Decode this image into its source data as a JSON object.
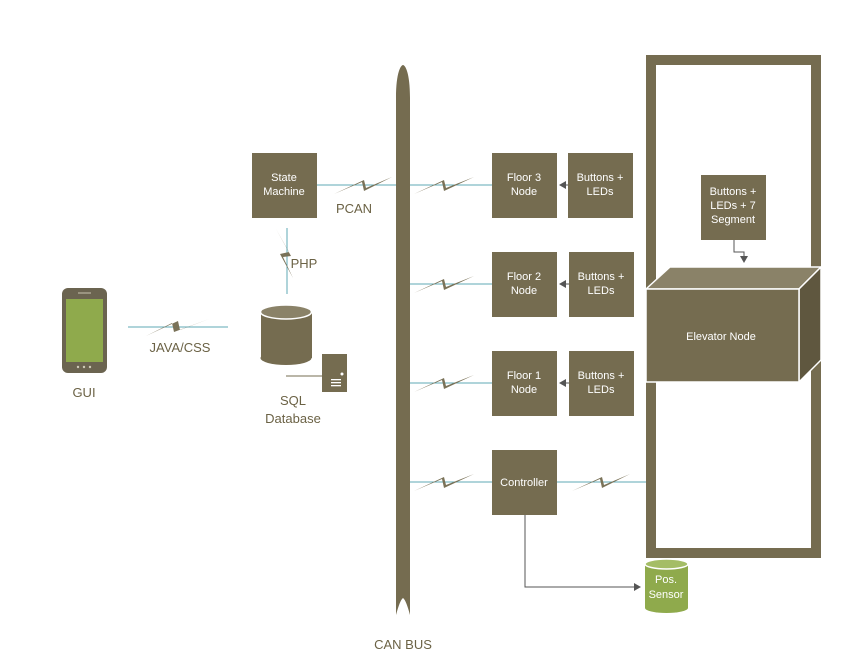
{
  "colors": {
    "box": "#756c50",
    "box_dark": "#5f573f",
    "connector": "#5fa8b5",
    "bolt": "#7a7258",
    "sensor": "#8faa4c",
    "phone_screen": "#8faa4c",
    "text": "#6b6245",
    "arrow": "#555555"
  },
  "labels": {
    "gui": "GUI",
    "java_css": "JAVA/CSS",
    "php": "PHP",
    "pcan": "PCAN",
    "sql_line1": "SQL",
    "sql_line2": "Database",
    "can_bus": "CAN BUS"
  },
  "boxes": {
    "state_machine": [
      "State",
      "Machine"
    ],
    "floor3": [
      "Floor 3",
      "Node"
    ],
    "floor2": [
      "Floor 2",
      "Node"
    ],
    "floor1": [
      "Floor 1",
      "Node"
    ],
    "buttons_leds_3": [
      "Buttons +",
      "LEDs"
    ],
    "buttons_leds_2": [
      "Buttons +",
      "LEDs"
    ],
    "buttons_leds_1": [
      "Buttons +",
      "LEDs"
    ],
    "elevator_panel": [
      "Buttons +",
      "LEDs + 7",
      "Segment"
    ],
    "elevator_node": "Elevator Node",
    "controller": "Controller",
    "pos_sensor": [
      "Pos.",
      "Sensor"
    ]
  },
  "icons": {
    "phone": "smartphone-icon",
    "database": "database-cylinder-icon",
    "server": "server-tower-icon",
    "bolt": "lightning-bolt-icon"
  }
}
